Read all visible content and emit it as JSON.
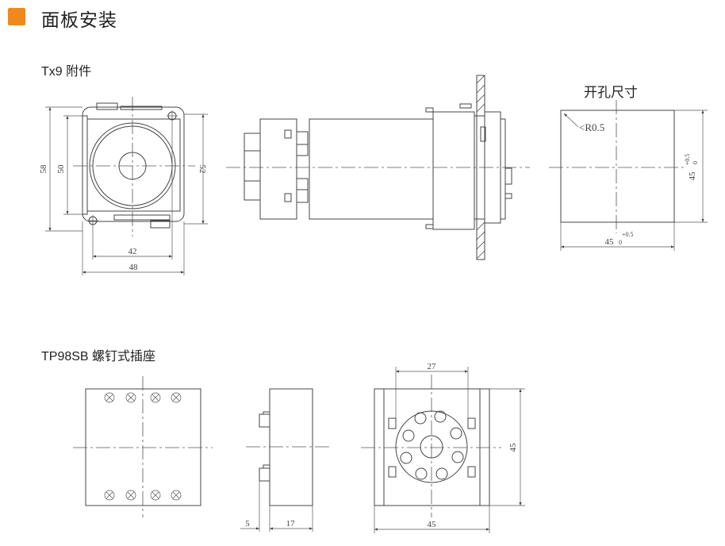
{
  "header": {
    "title": "面板安装"
  },
  "sections": {
    "tx9": {
      "label": "Tx9 附件"
    },
    "tp98sb": {
      "label": "TP98SB 螺钉式插座"
    }
  },
  "cutout": {
    "title": "开孔尺寸",
    "radius_label": "<R0.5"
  },
  "dimensions": {
    "tx9_height_outer": "58",
    "tx9_height_inner": "50",
    "tx9_height_right": "52",
    "tx9_width_inner": "42",
    "tx9_width_outer": "48",
    "cutout_height": "45",
    "cutout_width": "45",
    "tol_upper": "+0.5",
    "tol_lower": "0",
    "socket_pin_spacing": "27",
    "socket_height": "45",
    "socket_width": "45",
    "socket_side_a": "5",
    "socket_side_b": "17"
  },
  "colors": {
    "accent": "#f0881c",
    "line": "#444444"
  }
}
